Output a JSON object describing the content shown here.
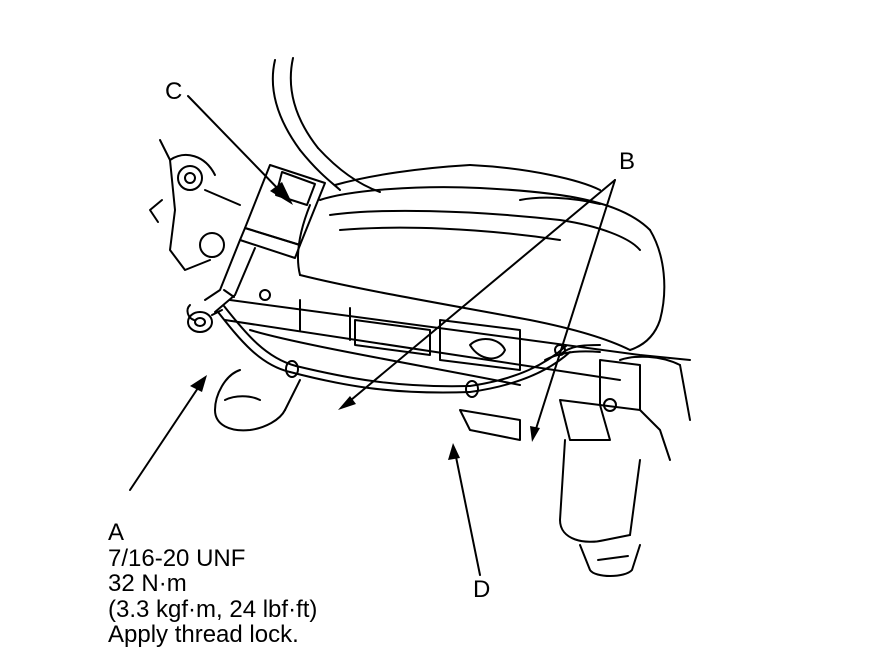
{
  "callouts": {
    "a": "A",
    "b": "B",
    "c": "C",
    "d": "D"
  },
  "spec_a": {
    "thread": "7/16-20 UNF",
    "torque": "32 N·m",
    "torque_alt": "(3.3 kgf·m, 24 lbf·ft)",
    "note": "Apply thread lock."
  }
}
